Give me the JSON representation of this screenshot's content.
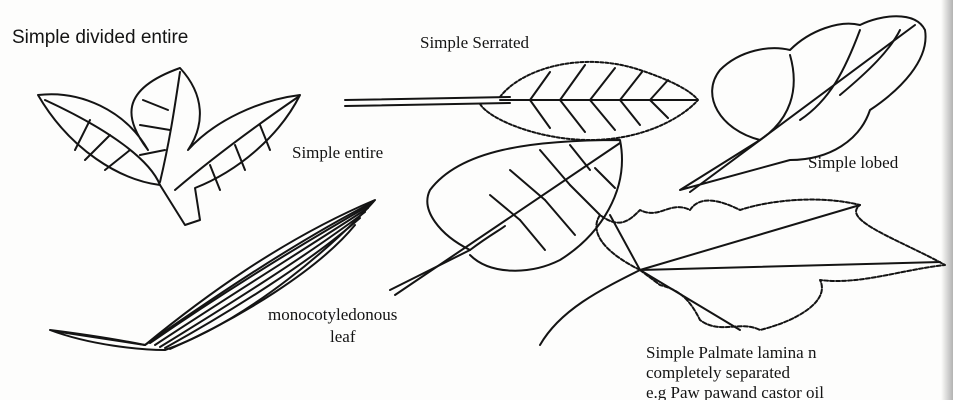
{
  "labels": {
    "divided": "Simple  divided  entire",
    "serrated": "Simple Serrated",
    "entire": "Simple   entire",
    "lobed": "Simple lobed",
    "mono_1": "monocotyledonous",
    "mono_2": "leaf",
    "palmate_1": "Simple Palmate  lamina  n",
    "palmate_2": "completely separated",
    "palmate_3": "e.g Paw pawand castor oil"
  },
  "colors": {
    "ink": "#141414",
    "paper": "#fdfdfc"
  }
}
